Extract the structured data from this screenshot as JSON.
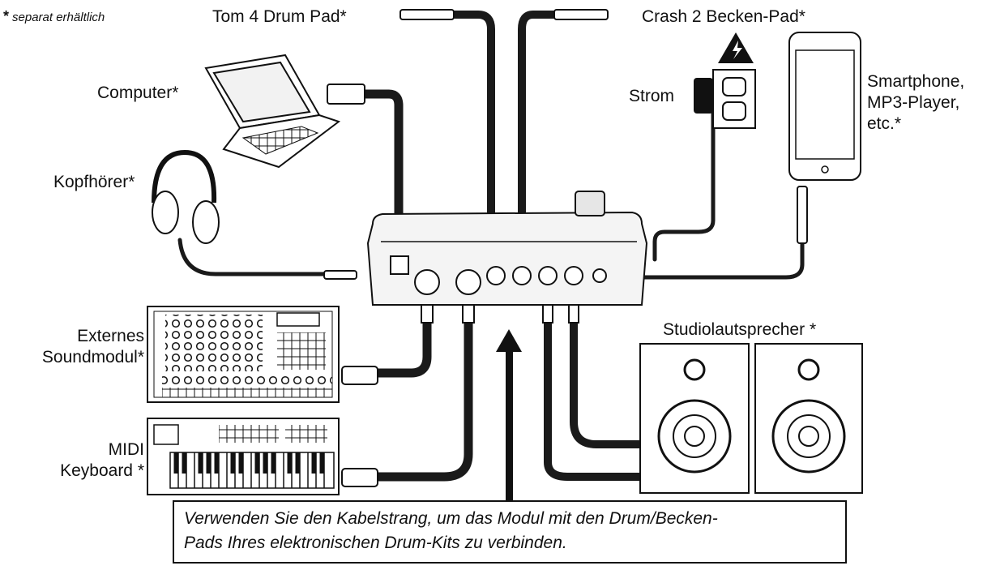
{
  "footnote": {
    "star": "*",
    "text": "separat erhältlich"
  },
  "labels": {
    "tom": "Tom 4 Drum Pad*",
    "crash": "Crash 2 Becken-Pad*",
    "computer": "Computer*",
    "kopfhoerer": "Kopfhörer*",
    "strom": "Strom",
    "smartphone": [
      "Smartphone,",
      "MP3-Player,",
      "etc.*"
    ],
    "soundmodul": [
      "Externes",
      "Soundmodul*"
    ],
    "keyboard": [
      "MIDI",
      "Keyboard *"
    ],
    "studio": "Studiolautsprecher *"
  },
  "caption": [
    "Verwenden Sie den Kabelstrang, um das Modul mit den Drum/Becken-",
    "Pads Ihres elektronischen Drum-Kits zu verbinden."
  ],
  "colors": {
    "line": "#111111",
    "cable": "#1a1a1a",
    "device": "#f4f4f4"
  }
}
